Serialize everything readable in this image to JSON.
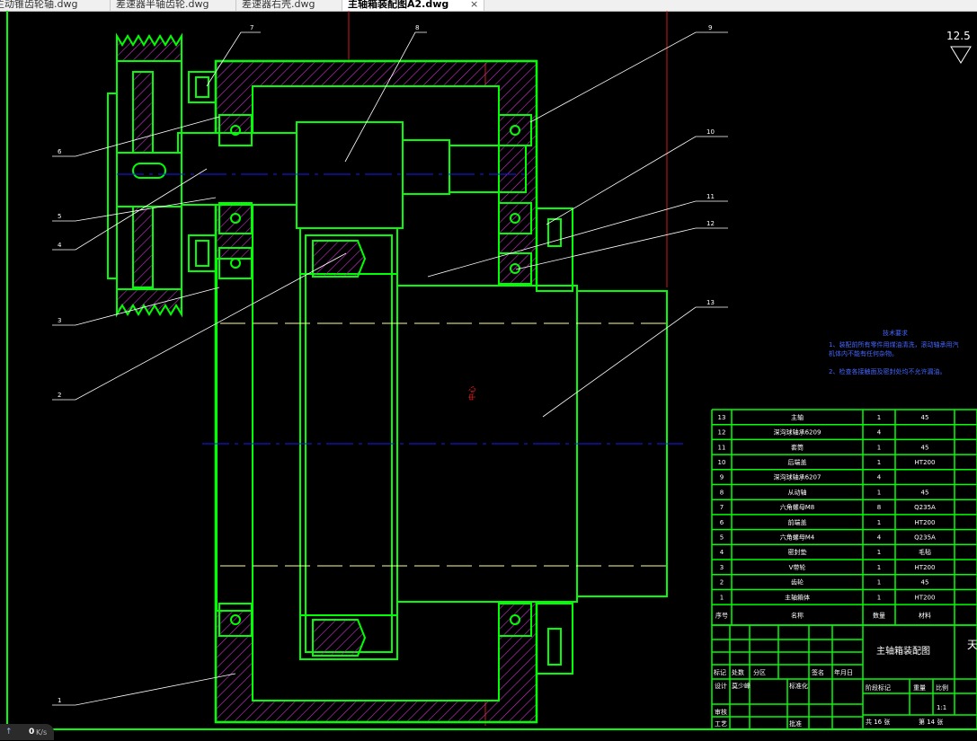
{
  "tabs": [
    {
      "label": "主动锥齿轮轴.dwg",
      "active": false
    },
    {
      "label": "差速器半轴齿轮.dwg",
      "active": false
    },
    {
      "label": "差速器右壳.dwg",
      "active": false
    },
    {
      "label": "主轴箱装配图A2.dwg",
      "active": true
    }
  ],
  "tab_close_symbol": "×",
  "drawing": {
    "roughness": "12.5",
    "balloons": [
      "1",
      "2",
      "3",
      "4",
      "5",
      "6",
      "7",
      "8",
      "9",
      "10",
      "11",
      "12",
      "13"
    ],
    "center_mark": "中心",
    "tech_req": {
      "title": "技术要求",
      "line1": "1、装配前所有零件用煤油清洗，滚动轴承用汽",
      "line1b": "机体内不能有任何杂物。",
      "line2": "2、检查各接触面及密封处均不允许漏油。"
    },
    "bom": [
      {
        "no": "13",
        "name": "主轴",
        "qty": "1",
        "mat": "45"
      },
      {
        "no": "12",
        "name": "深沟球轴承6209",
        "qty": "4",
        "mat": ""
      },
      {
        "no": "11",
        "name": "套筒",
        "qty": "1",
        "mat": "45"
      },
      {
        "no": "10",
        "name": "后端盖",
        "qty": "1",
        "mat": "HT200"
      },
      {
        "no": "9",
        "name": "深沟球轴承6207",
        "qty": "4",
        "mat": ""
      },
      {
        "no": "8",
        "name": "从动轴",
        "qty": "1",
        "mat": "45"
      },
      {
        "no": "7",
        "name": "六角螺母M8",
        "qty": "8",
        "mat": "Q235A"
      },
      {
        "no": "6",
        "name": "前端盖",
        "qty": "1",
        "mat": "HT200"
      },
      {
        "no": "5",
        "name": "六角螺母M4",
        "qty": "4",
        "mat": "Q235A"
      },
      {
        "no": "4",
        "name": "密封垫",
        "qty": "1",
        "mat": "毛毡"
      },
      {
        "no": "3",
        "name": "V带轮",
        "qty": "1",
        "mat": "HT200"
      },
      {
        "no": "2",
        "name": "齿轮",
        "qty": "1",
        "mat": "45"
      },
      {
        "no": "1",
        "name": "主轴箱体",
        "qty": "1",
        "mat": "HT200"
      }
    ],
    "bom_header": {
      "no": "序号",
      "name": "名称",
      "qty": "数量",
      "mat": "材料"
    },
    "title_block": {
      "drawing_title": "主轴箱装配图",
      "labels": {
        "mark": "标记",
        "count": "处数",
        "zone": "分区",
        "sign": "签名",
        "date": "年月日",
        "design": "设计",
        "designer": "莫少峰",
        "standard": "标准化",
        "stage": "阶段标记",
        "weight": "重量",
        "scale": "比例",
        "scale_value": "1:1",
        "review": "审核",
        "process": "工艺",
        "approve": "批准",
        "total": "共 16 张",
        "sheet": "第 14 张"
      },
      "right_edge_char": "天"
    }
  },
  "status": {
    "arrow": "↑",
    "speed_value": "0",
    "speed_unit": "K/s"
  },
  "colors": {
    "outline": "#00ff00",
    "hatch": "#cc33cc",
    "center": "#1a1aff",
    "dashed": "#ffff99",
    "leader": "#ffffff",
    "red": "#ff2222"
  }
}
